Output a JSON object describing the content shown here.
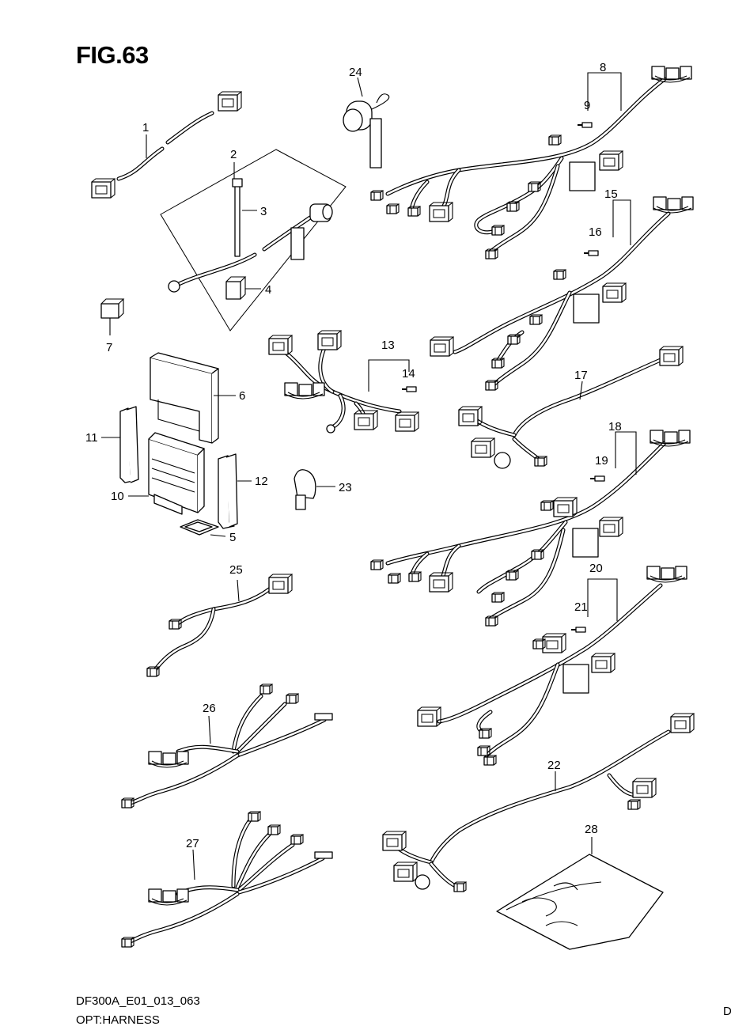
{
  "figure": {
    "title": "FIG.63",
    "code": "DF300A_E01_013_063",
    "caption": "OPT:HARNESS",
    "corner_letter": "D"
  },
  "callouts": [
    "1",
    "2",
    "3",
    "4",
    "5",
    "6",
    "7",
    "8",
    "9",
    "10",
    "11",
    "12",
    "13",
    "14",
    "15",
    "16",
    "17",
    "18",
    "19",
    "20",
    "21",
    "22",
    "23",
    "24",
    "25",
    "26",
    "27",
    "28"
  ]
}
